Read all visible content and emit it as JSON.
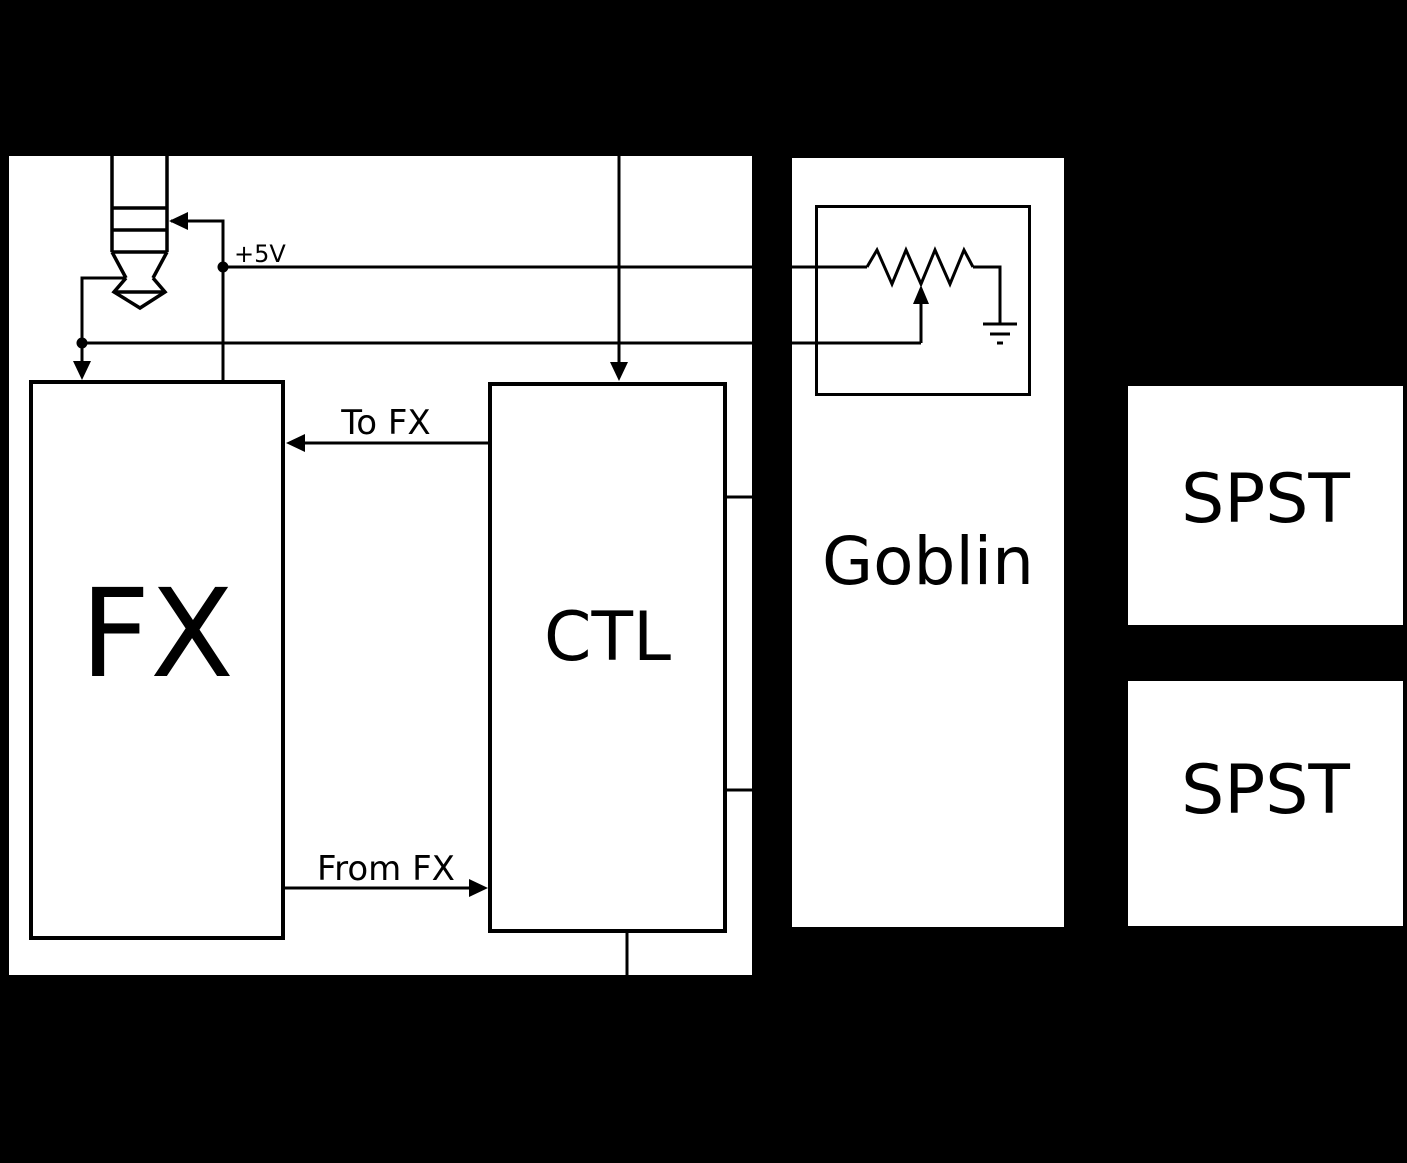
{
  "diagram": {
    "colors": {
      "background": "#000000",
      "panel_fill": "#ffffff",
      "line": "#000000",
      "text": "#000000"
    },
    "main_panel": {
      "fx_block": {
        "label": "FX"
      },
      "ctl_block": {
        "label": "CTL"
      },
      "to_fx": {
        "label": "To FX"
      },
      "from_fx": {
        "label": "From FX"
      },
      "supply": {
        "label": "+5V"
      }
    },
    "goblin_panel": {
      "label": "Goblin"
    },
    "switches": [
      {
        "label": "SPST"
      },
      {
        "label": "SPST"
      }
    ],
    "icons": {
      "plug": "trs-plug-icon",
      "potentiometer": "potentiometer-icon",
      "ground": "ground-icon",
      "junction": "junction-dot",
      "arrow": "arrowhead-icon"
    }
  }
}
